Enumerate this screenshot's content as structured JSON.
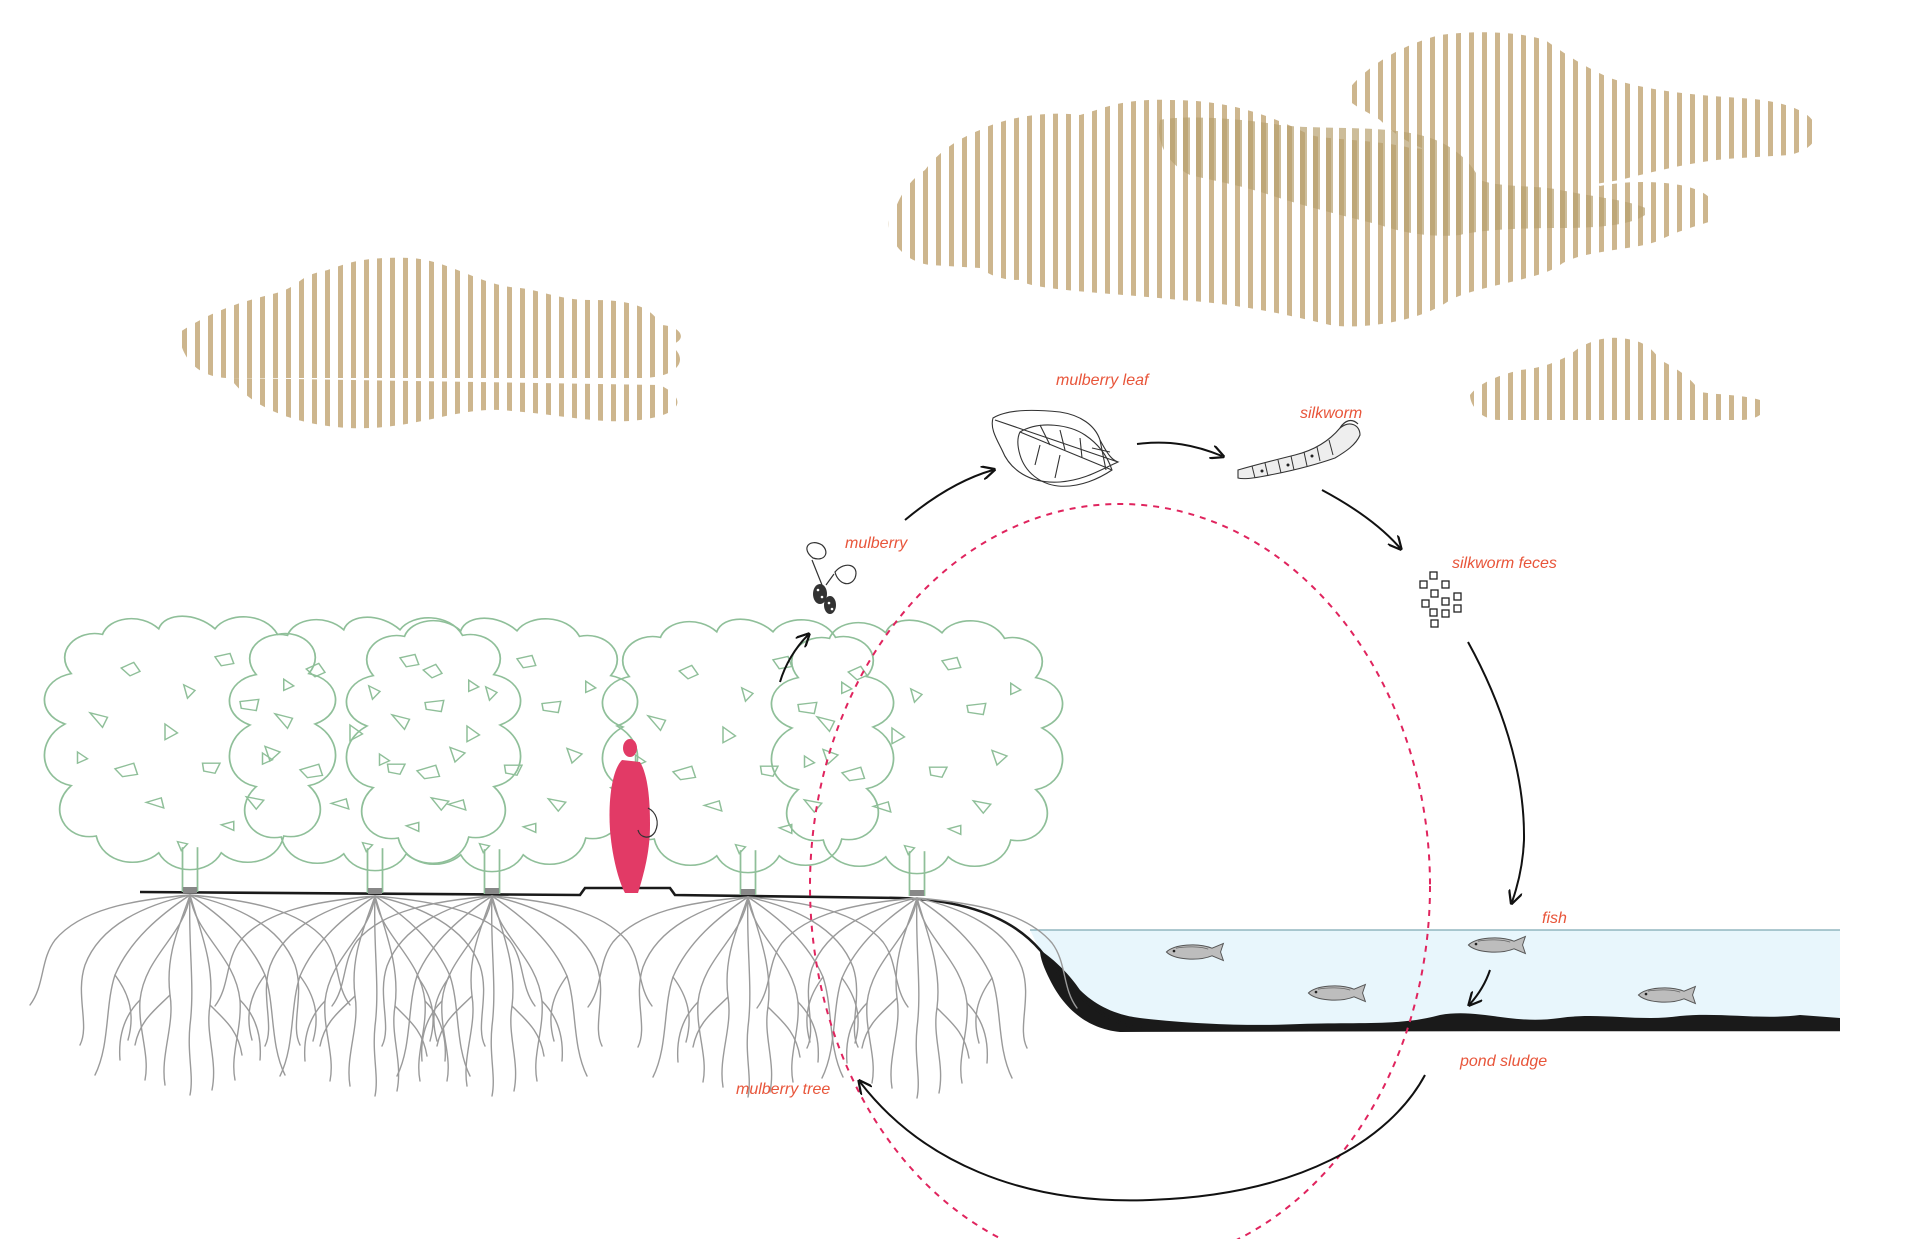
{
  "labels": {
    "mulberry_leaf": "mulberry leaf",
    "silkworm": "silkworm",
    "mulberry": "mulberry",
    "silkworm_feces": "silkworm feces",
    "fish": "fish",
    "pond_sludge": "pond sludge",
    "mulberry_tree": "mulberry tree"
  },
  "colors": {
    "label": "#e8553a",
    "cloud": "#cdb68e",
    "cloud_dark": "#b8a06e",
    "tree": "#8fbf99",
    "roots": "#9a9a9a",
    "ground": "#1a1a1a",
    "water": "#e8f6fc",
    "water_line": "#7ea9b3",
    "sludge": "#1a1a1a",
    "cycle": "#e0245e",
    "person": "#e23a66",
    "arrow": "#111111"
  },
  "icons": [
    "cloud-icon",
    "tree-icon",
    "person-icon",
    "mulberry-icon",
    "leaf-icon",
    "silkworm-icon",
    "feces-icon",
    "fish-icon"
  ]
}
